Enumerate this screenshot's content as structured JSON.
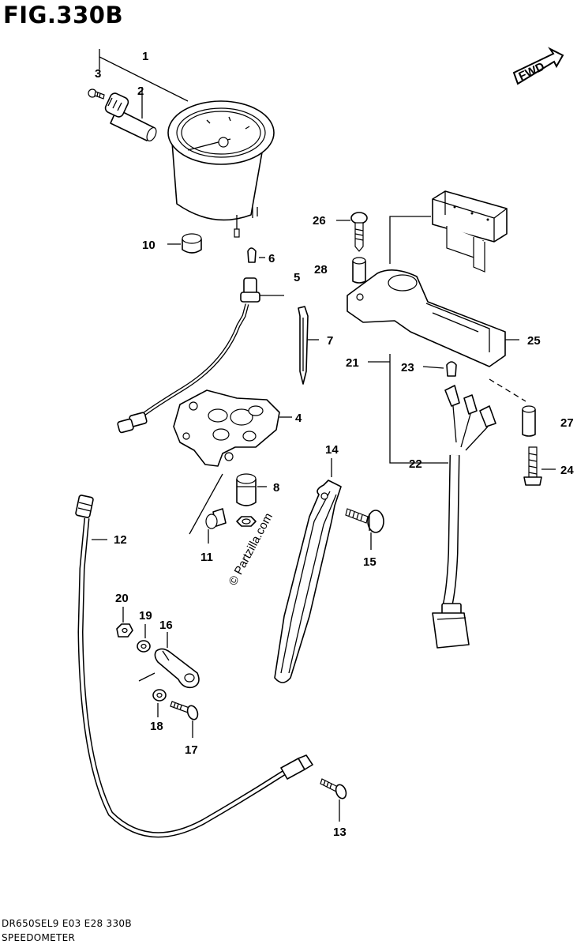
{
  "figure": {
    "title": "FIG.330B",
    "fwd_label": "FWD",
    "watermark": "© Partzilla.com"
  },
  "footer": {
    "model_code": "DR650SEL9  E03  E28  330B",
    "section_name": "SPEEDOMETER"
  },
  "callouts": [
    "1",
    "2",
    "3",
    "4",
    "5",
    "6",
    "7",
    "8",
    "10",
    "11",
    "12",
    "13",
    "14",
    "15",
    "16",
    "17",
    "18",
    "19",
    "20",
    "21",
    "22",
    "23",
    "24",
    "25",
    "26",
    "27",
    "28"
  ]
}
